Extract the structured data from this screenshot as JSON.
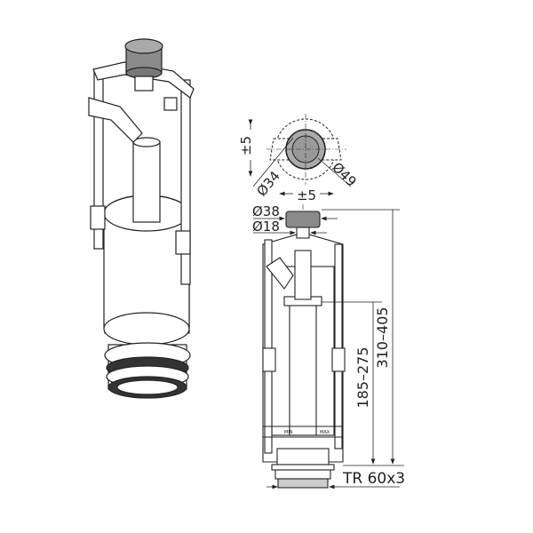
{
  "top_view": {
    "offset_label": "±5",
    "inner_diameter": "Ø34",
    "outer_diameter": "Ø49"
  },
  "side_view": {
    "button_offset": "±5",
    "button_diameter": "Ø38",
    "stem_diameter": "Ø18",
    "height_short": "185–275",
    "height_total": "310–405",
    "thread": "TR 60x3",
    "scale_min": "MIN",
    "scale_max": "MAX"
  },
  "colors": {
    "line": "#222222",
    "button": "#8a8a8a",
    "body": "#ffffff"
  }
}
